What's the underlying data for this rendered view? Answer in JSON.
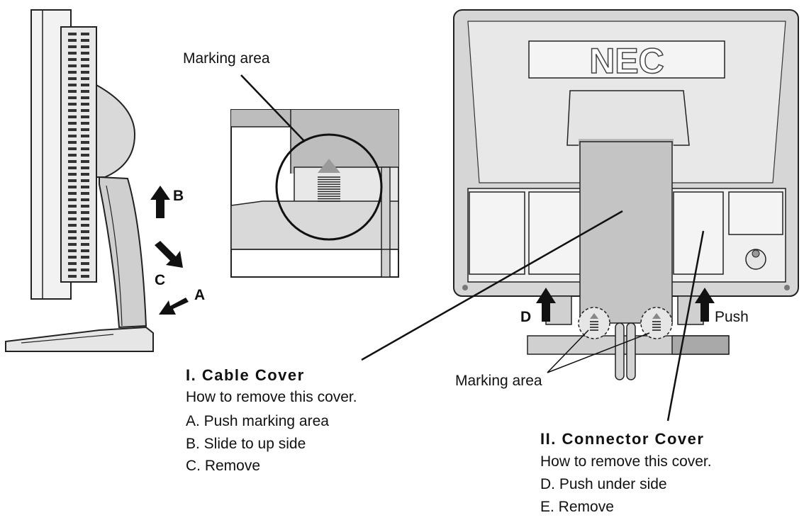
{
  "colors": {
    "ink": "#111111",
    "light_fill": "#efefef",
    "mid_fill": "#d9d9d9",
    "dark_fill": "#bdbdbd"
  },
  "diagram": {
    "brand_logo": "NEC",
    "arrow_letters": {
      "a": "A",
      "b": "B",
      "c": "C",
      "d": "D"
    },
    "push_label": "Push",
    "marking_area_top": "Marking area",
    "marking_area_bottom": "Marking area"
  },
  "cable_cover": {
    "title": "I. Cable Cover",
    "subtitle": "How to remove this cover.",
    "steps": [
      "A. Push marking area",
      "B. Slide to up side",
      "C. Remove"
    ]
  },
  "connector_cover": {
    "title": "II. Connector Cover",
    "subtitle": "How to remove this cover.",
    "steps": [
      "D. Push under side",
      "E. Remove"
    ]
  }
}
